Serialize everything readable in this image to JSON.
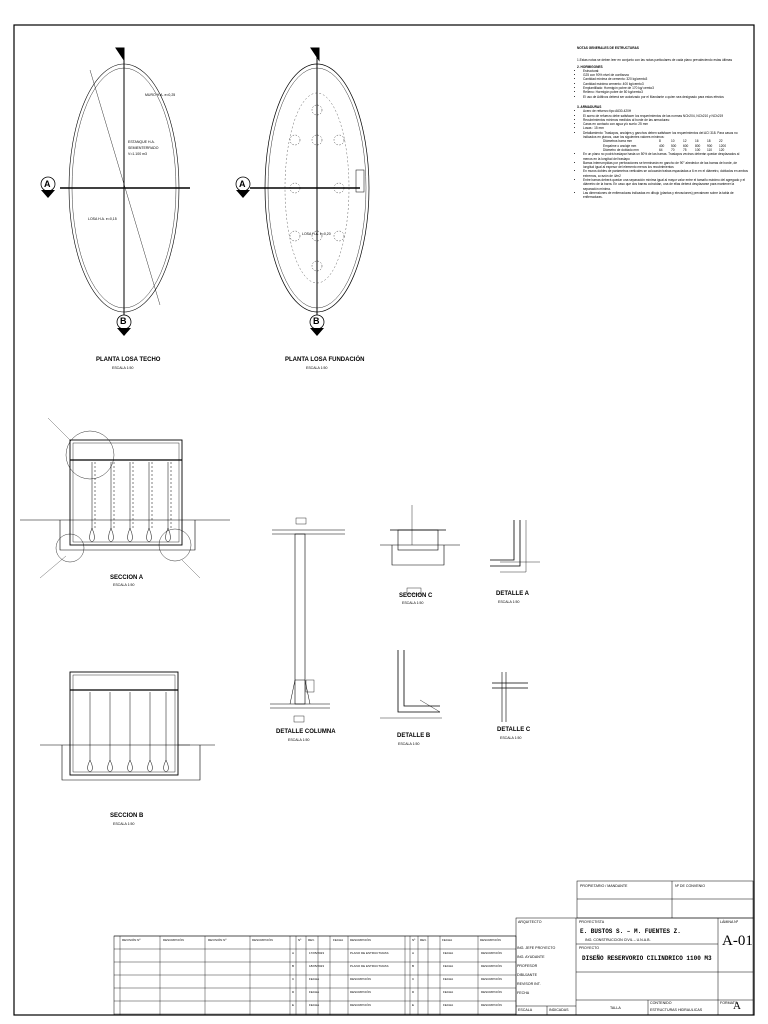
{
  "views": {
    "planta_techo": {
      "title": "PLANTA LOSA TECHO",
      "scale": "ESCALA 1:50",
      "labels": {
        "muro": "MURO H.A. e=0,25",
        "estanque": "ESTANQUE H.A.",
        "semienterrado": "SEMIENTERRADO",
        "vol": "V=1.100 m3",
        "losa": "LOSA H.A. e=0,15"
      }
    },
    "planta_fundacion": {
      "title": "PLANTA LOSA FUNDACIÓN",
      "scale": "ESCALA 1:50",
      "labels": {
        "losa": "LOSA H.A. e=0,20"
      }
    },
    "seccion_a": {
      "title": "SECCION A",
      "scale": "ESCALA 1:50"
    },
    "seccion_b": {
      "title": "SECCION B",
      "scale": "ESCALA 1:50"
    },
    "seccion_c": {
      "title": "SECCION C",
      "scale": "ESCALA 1:50"
    },
    "detalle_columna": {
      "title": "DETALLE COLUMNA",
      "scale": "ESCALA 1:50"
    },
    "detalle_a": {
      "title": "DETALLE A",
      "scale": "ESCALA 1:50"
    },
    "detalle_b": {
      "title": "DETALLE B",
      "scale": "ESCALA 1:50"
    },
    "detalle_c": {
      "title": "DETALLE C",
      "scale": "ESCALA 1:50"
    },
    "markers": {
      "a": "A",
      "b": "B"
    }
  },
  "notes": {
    "title": "NOTAS GENERALES DE ESTRUCTURAS",
    "intro": "1.Estas notas se deben leer en conjunto con las notas particulares de cada plano prevaleciendo estas últimas",
    "s2": "2. HORMIGONES",
    "s2_items": [
      "Estructural:",
      "G25 con 90% nivel de confianza",
      "Cantidad mínima de cemento: 320 kg/cemto3",
      "Cantidad máxima cemento: 400 kg/cemto3",
      "Emplantillado: Hormigón pobre de 170 kg/ cemto3",
      "Relleno: Hormigón pobre de 50 kg/cemto3",
      "El uso de Aditivos deberá ser autorizado por el Mandante o quien sea designado para estos efectos"
    ],
    "s3": "3. ARMADURAS",
    "s3_items": [
      "Acero de refuerzo tipo A630-420H",
      "El acero de refuerzo debe satisfacer los requerimientos de las normas NCh204, NCh210 y NCh219",
      "Recubrimientos mínimos medidos al borde de las armaduras:",
      "Caras en contacto con agua y/o suelo: 25 mm",
      "Losas : 15 mm",
      "Detallamiento: Traslapos, anclajes y ganchos deben satisfacer los requerimientos del ACI 318. Para casos no indicados en planos, usar los siguientes valores mínimos:"
    ],
    "bar_table": {
      "rows": [
        {
          "label": "Diámetros barra mm",
          "values": [
            "8",
            "10",
            "12",
            "16",
            "18",
            "22"
          ]
        },
        {
          "label": "Empalme o anclaje mm",
          "values": [
            "400",
            "500",
            "600",
            "800",
            "900",
            "1200"
          ]
        },
        {
          "label": "Diámetro de doblado mm",
          "values": [
            "64",
            "70",
            "75",
            "100",
            "110",
            "120"
          ]
        }
      ]
    },
    "s3_more": [
      "En un plano no podrá traslapar hasta un 50% de las barras. Traslapos vecinos deberán quedar desplazados al menos en la longitud del traslapo",
      "Barras interrumpidas por perforaciones se terminarán en gancho de 90° alrededor de las barras de borde, de longitud igual al espesor del elemento menos los recubrimientos",
      "En muros dobles de parámetros verticales se colocarán trabas espaciadas a 6 m en el diámetro, doblados en ambos extremos, a razón de 4/m2",
      "Entre barras deberá quedar una separación mínima igual al mayor valor entre el tamaño máximo del agregado y el diámetro de la barra. En caso que dos barras coincidan, una de ellas deberá desplazarse para mantener la separación mínima.",
      "Las dimensiones de enfierraduras indicadas en dibujo (plantas y elevaciones) prevalecen sobre la tabla de enfierraduras."
    ]
  },
  "title_block": {
    "propietario": "PROPIETARIO / MANDANTE",
    "firma": "Nº DE CONVENIO",
    "proyectista_label": "ARQUITECTO",
    "calculista_label": "PROYECTISTA",
    "authors": "E. BUSTOS S. – M. FUENTES Z.",
    "authors_sub": "ING. CONSTRUCCION CIVIL – U.N.A.B.",
    "proyecto_label": "PROYECTO",
    "project": "DISEÑO RESERVORIO CILINDRICO 1100 M3",
    "lamina_label": "LÁMINA Nº",
    "lamina": "A-01",
    "contenido_label": "CONTENIDO",
    "contenido": "ESTRUCTURAS HIDRAULICAS",
    "escala_label": "ESCALA",
    "escala": "INDICADAS",
    "formato_label": "FORMATO",
    "formato": "A",
    "talla": "TALLA",
    "fields": [
      "ING. JEFE PROYECTO",
      "ING. AYUDANTE",
      "PROFESOR",
      "DIBUJANTE",
      "REVISOR INT.",
      "FECHA"
    ],
    "rev_headers": [
      "REVISIÓN Nº",
      "DESCRIPCIÓN",
      "REVISIÓN Nº",
      "DESCRIPCIÓN",
      "Nº",
      "REV.",
      "FECHA",
      "DESCRIPCIÓN",
      "Nº",
      "REV.",
      "FECHA",
      "DESCRIPCIÓN"
    ],
    "rev_rows": [
      {
        "a": "A",
        "date": "17/05/2023",
        "desc": "PLANO DE ESTRUCTURAS",
        "b": "A",
        "fecha2": "FECHA",
        "desc2": "DESCRIPCIÓN"
      },
      {
        "a": "B",
        "date": "18/05/2023",
        "desc": "PLANO DE ESTRUCTURAS",
        "b": "B",
        "fecha2": "FECHA",
        "desc2": "DESCRIPCIÓN"
      },
      {
        "a": "C",
        "date": "FECHA",
        "desc": "DESCRIPCIÓN",
        "b": "C",
        "fecha2": "FECHA",
        "desc2": "DESCRIPCIÓN"
      },
      {
        "a": "D",
        "date": "FECHA",
        "desc": "DESCRIPCIÓN",
        "b": "D",
        "fecha2": "FECHA",
        "desc2": "DESCRIPCIÓN"
      },
      {
        "a": "E",
        "date": "FECHA",
        "desc": "DESCRIPCIÓN",
        "b": "E",
        "fecha2": "FECHA",
        "desc2": "DESCRIPCIÓN"
      }
    ]
  }
}
